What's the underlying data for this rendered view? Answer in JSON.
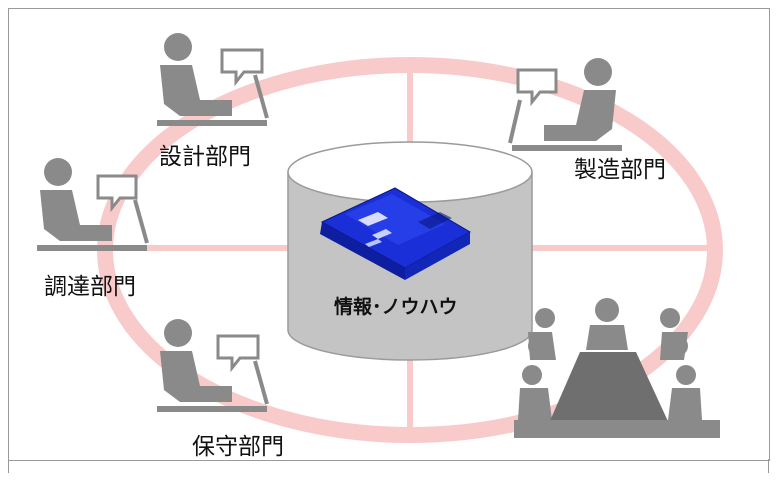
{
  "departments": {
    "design": "設計部門",
    "manufacturing": "製造部門",
    "procurement": "調達部門",
    "maintenance": "保守部門"
  },
  "database": {
    "label": "情報･ノウハウ"
  },
  "colors": {
    "ring": "#f8caca",
    "person": "#8a8a8a",
    "cylinder_body": "#c4c4c4",
    "model_blue": "#1a2fd8"
  }
}
